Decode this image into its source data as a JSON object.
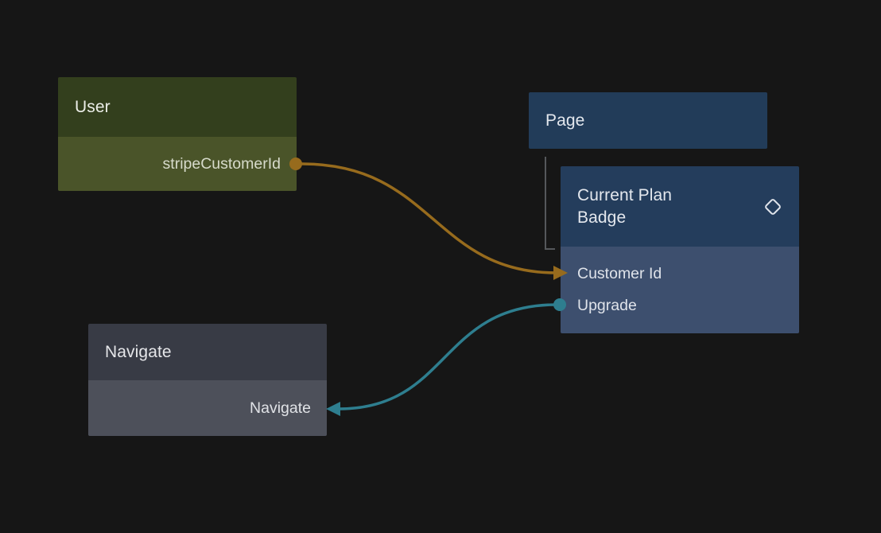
{
  "canvas": {
    "background": "#161616"
  },
  "colors": {
    "wire_customer_id": "#976b1d",
    "wire_upgrade": "#2e7e8f",
    "tree_connector": "#55585b",
    "user_header": "#333f1d",
    "user_body": "#4a5429",
    "page_header": "#223c59",
    "badge_header": "#243d5c",
    "badge_body": "#3d4f6e",
    "navigate_header": "#383b45",
    "navigate_body": "#4d505a"
  },
  "nodes": {
    "user": {
      "title": "User",
      "output_port": {
        "label": "stripeCustomerId"
      }
    },
    "page": {
      "title": "Page"
    },
    "current_plan_badge": {
      "title": "Current Plan Badge",
      "icon": "diamond-icon",
      "input_ports": [
        {
          "label": "Customer Id"
        },
        {
          "label": "Upgrade"
        }
      ]
    },
    "navigate": {
      "title": "Navigate",
      "input_port": {
        "label": "Navigate"
      }
    }
  },
  "edges": [
    {
      "from": "User / stripeCustomerId",
      "to": "Current Plan Badge / Customer Id",
      "color": "#976b1d"
    },
    {
      "from": "Current Plan Badge / Upgrade",
      "to": "Navigate / Navigate",
      "color": "#2e7e8f"
    }
  ]
}
